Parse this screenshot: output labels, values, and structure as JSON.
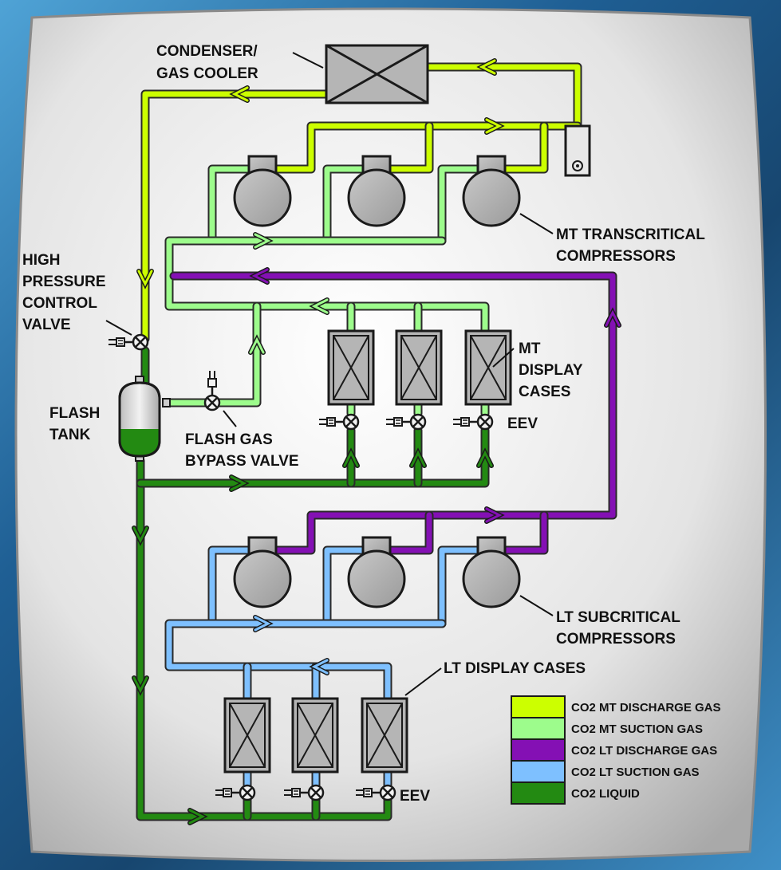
{
  "labels": {
    "condenser_line1": "CONDENSER/",
    "condenser_line2": "GAS COOLER",
    "mt_compressors_line1": "MT TRANSCRITICAL",
    "mt_compressors_line2": "COMPRESSORS",
    "hpcv_line1": "HIGH",
    "hpcv_line2": "PRESSURE",
    "hpcv_line3": "CONTROL",
    "hpcv_line4": "VALVE",
    "flash_tank_line1": "FLASH",
    "flash_tank_line2": "TANK",
    "bypass_line1": "FLASH GAS",
    "bypass_line2": "BYPASS VALVE",
    "mt_cases_line1": "MT",
    "mt_cases_line2": "DISPLAY",
    "mt_cases_line3": "CASES",
    "mt_eev": "EEV",
    "lt_compressors_line1": "LT SUBCRITICAL",
    "lt_compressors_line2": "COMPRESSORS",
    "lt_cases": "LT DISPLAY CASES",
    "lt_eev": "EEV"
  },
  "legend": [
    {
      "label": "CO2 MT DISCHARGE GAS",
      "color": "#ccff00"
    },
    {
      "label": "CO2 MT SUCTION GAS",
      "color": "#9dfc8c"
    },
    {
      "label": "CO2 LT DISCHARGE GAS",
      "color": "#8410b4"
    },
    {
      "label": "CO2 LT SUCTION GAS",
      "color": "#7ec0ff"
    },
    {
      "label": "CO2 LIQUID",
      "color": "#238a12"
    }
  ],
  "colors": {
    "mt_discharge": "#ccff00",
    "mt_suction": "#9dfc8c",
    "lt_discharge": "#8410b4",
    "lt_suction": "#7ec0ff",
    "liquid": "#238a12",
    "component_fill": "#b5b5b5",
    "panel": "#e6e6e6"
  },
  "icons": [
    "condenser-icon",
    "compressor-icon",
    "display-case-icon",
    "expansion-valve-icon",
    "valve-actuator-icon",
    "flash-tank-icon",
    "sensor-icon"
  ]
}
